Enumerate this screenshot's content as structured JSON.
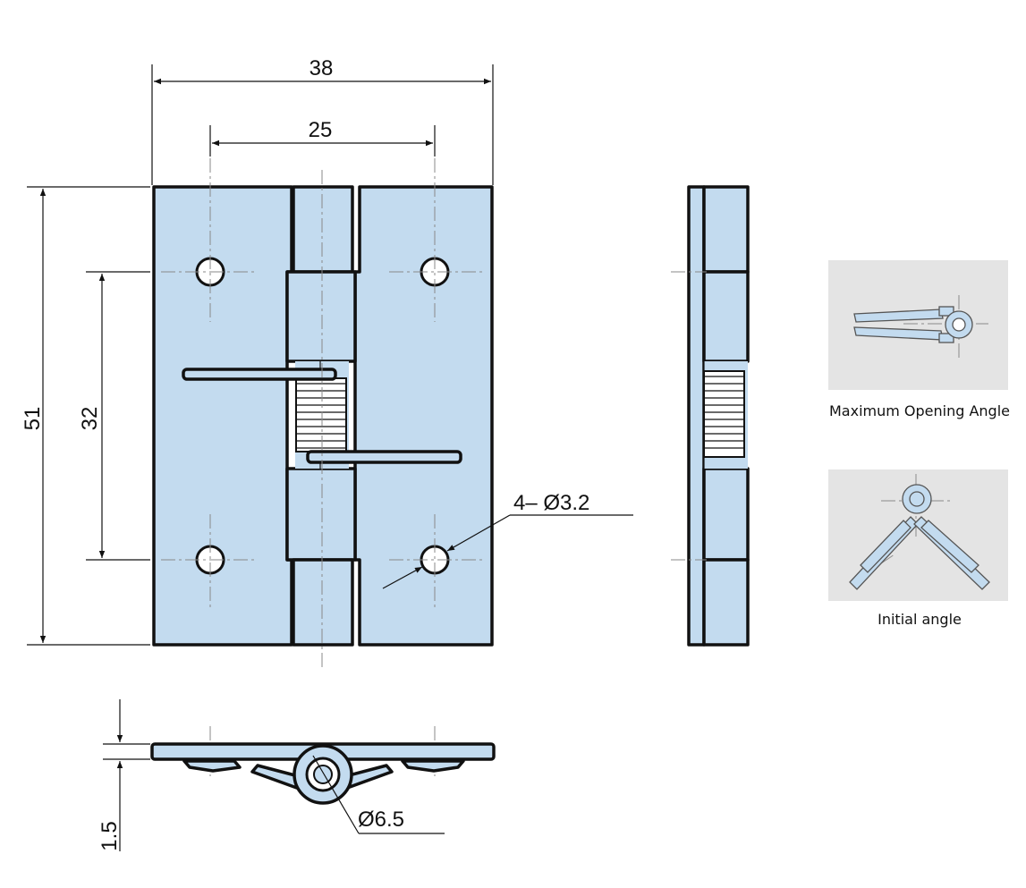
{
  "dimensions": {
    "overall_width": "38",
    "hole_spacing_width": "25",
    "overall_height": "51",
    "hole_spacing_height": "32",
    "hole_callout": "4– Ø3.2",
    "pin_diameter": "Ø6.5",
    "thickness": "1.5"
  },
  "captions": {
    "max_opening": "Maximum Opening Angle",
    "initial": "Initial angle"
  },
  "colors": {
    "part_fill": "#c3dbef",
    "outline": "#111111",
    "panel_bg": "#e4e4e4"
  }
}
